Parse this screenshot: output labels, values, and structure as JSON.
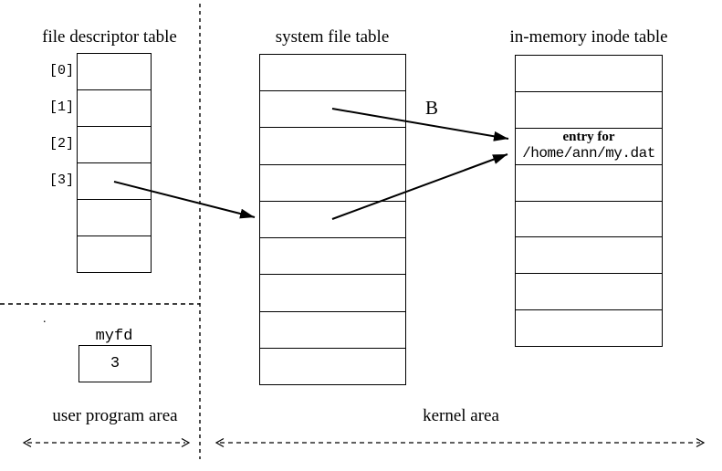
{
  "page": {
    "background": "#ffffff",
    "ink": "#000000"
  },
  "fd_table": {
    "title": "file descriptor table",
    "row_count": 6,
    "labels": [
      "[0]",
      "[1]",
      "[2]",
      "[3]"
    ]
  },
  "system_file_table": {
    "title": "system file table",
    "row_count": 9
  },
  "inode_table": {
    "title": "in-memory inode table",
    "row_count": 8,
    "entry": {
      "line1": "entry for",
      "line2": "/home/ann/my.dat"
    }
  },
  "pointers": {
    "b_label": "B"
  },
  "myfd_box": {
    "label": "myfd",
    "value": "3"
  },
  "areas": {
    "user": "user program area",
    "kernel": "kernel area"
  },
  "stray_dot": "."
}
